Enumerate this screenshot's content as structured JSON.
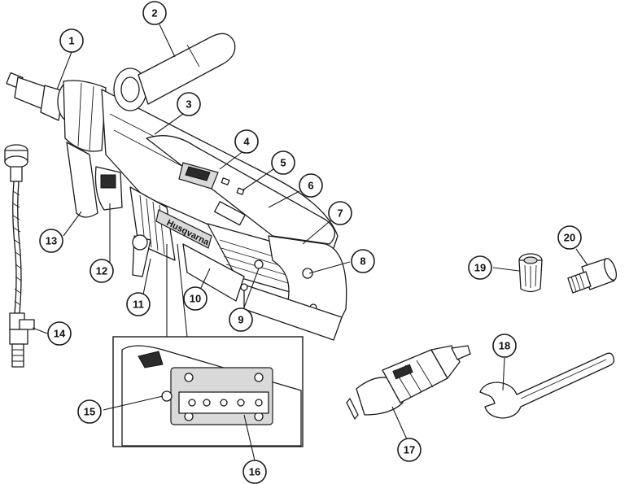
{
  "diagram": {
    "brand_text": "Husqvarna",
    "callouts": [
      {
        "id": "1",
        "label": "1"
      },
      {
        "id": "2",
        "label": "2"
      },
      {
        "id": "3",
        "label": "3"
      },
      {
        "id": "4",
        "label": "4"
      },
      {
        "id": "5",
        "label": "5"
      },
      {
        "id": "6",
        "label": "6"
      },
      {
        "id": "7",
        "label": "7"
      },
      {
        "id": "8",
        "label": "8"
      },
      {
        "id": "9",
        "label": "9"
      },
      {
        "id": "10",
        "label": "10"
      },
      {
        "id": "11",
        "label": "11"
      },
      {
        "id": "12",
        "label": "12"
      },
      {
        "id": "13",
        "label": "13"
      },
      {
        "id": "14",
        "label": "14"
      },
      {
        "id": "15",
        "label": "15"
      },
      {
        "id": "16",
        "label": "16"
      },
      {
        "id": "17",
        "label": "17"
      },
      {
        "id": "18",
        "label": "18"
      },
      {
        "id": "19",
        "label": "19"
      },
      {
        "id": "20",
        "label": "20"
      }
    ]
  },
  "colors": {
    "line": "#1a1a1a",
    "background": "#ffffff",
    "shade": "#d9d9d9",
    "dark": "#2b2b2b"
  }
}
